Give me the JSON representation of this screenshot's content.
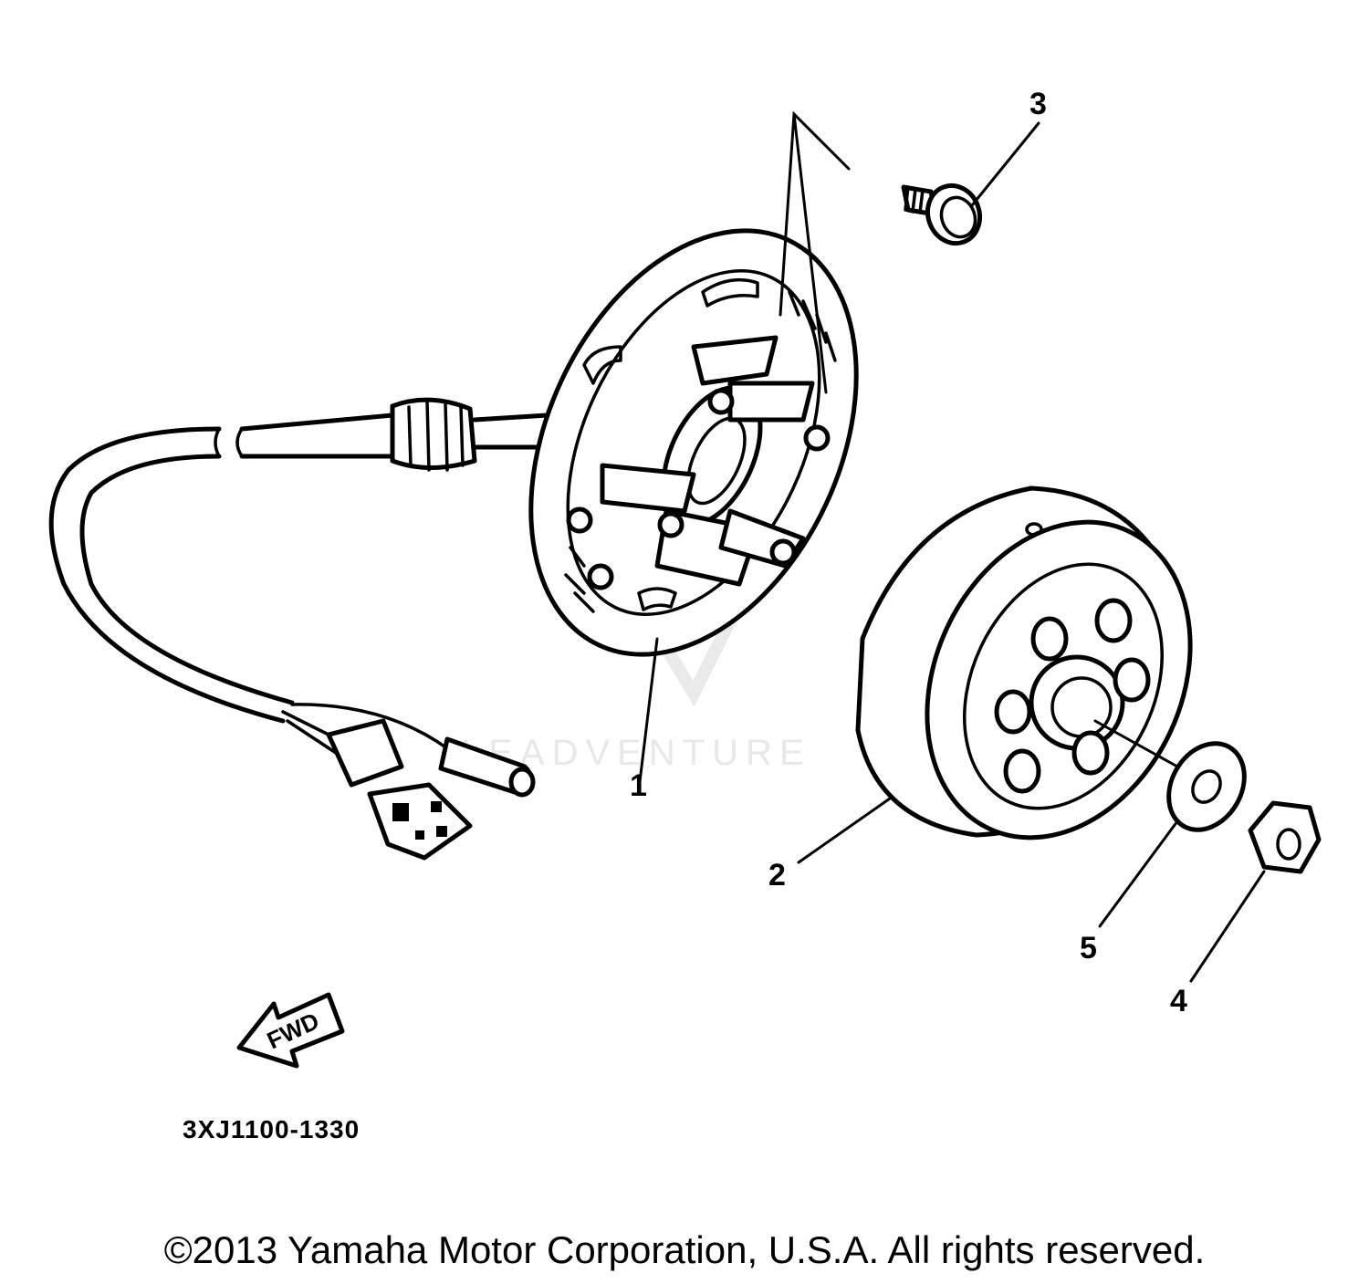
{
  "callouts": {
    "c1": "1",
    "c2": "2",
    "c3": "3",
    "c4": "4",
    "c5": "5"
  },
  "fwd_label": "FWD",
  "part_code": "3XJ1100-1330",
  "watermark": "LEADVENTURE",
  "copyright": "©2013 Yamaha Motor Corporation, U.S.A. All rights reserved."
}
